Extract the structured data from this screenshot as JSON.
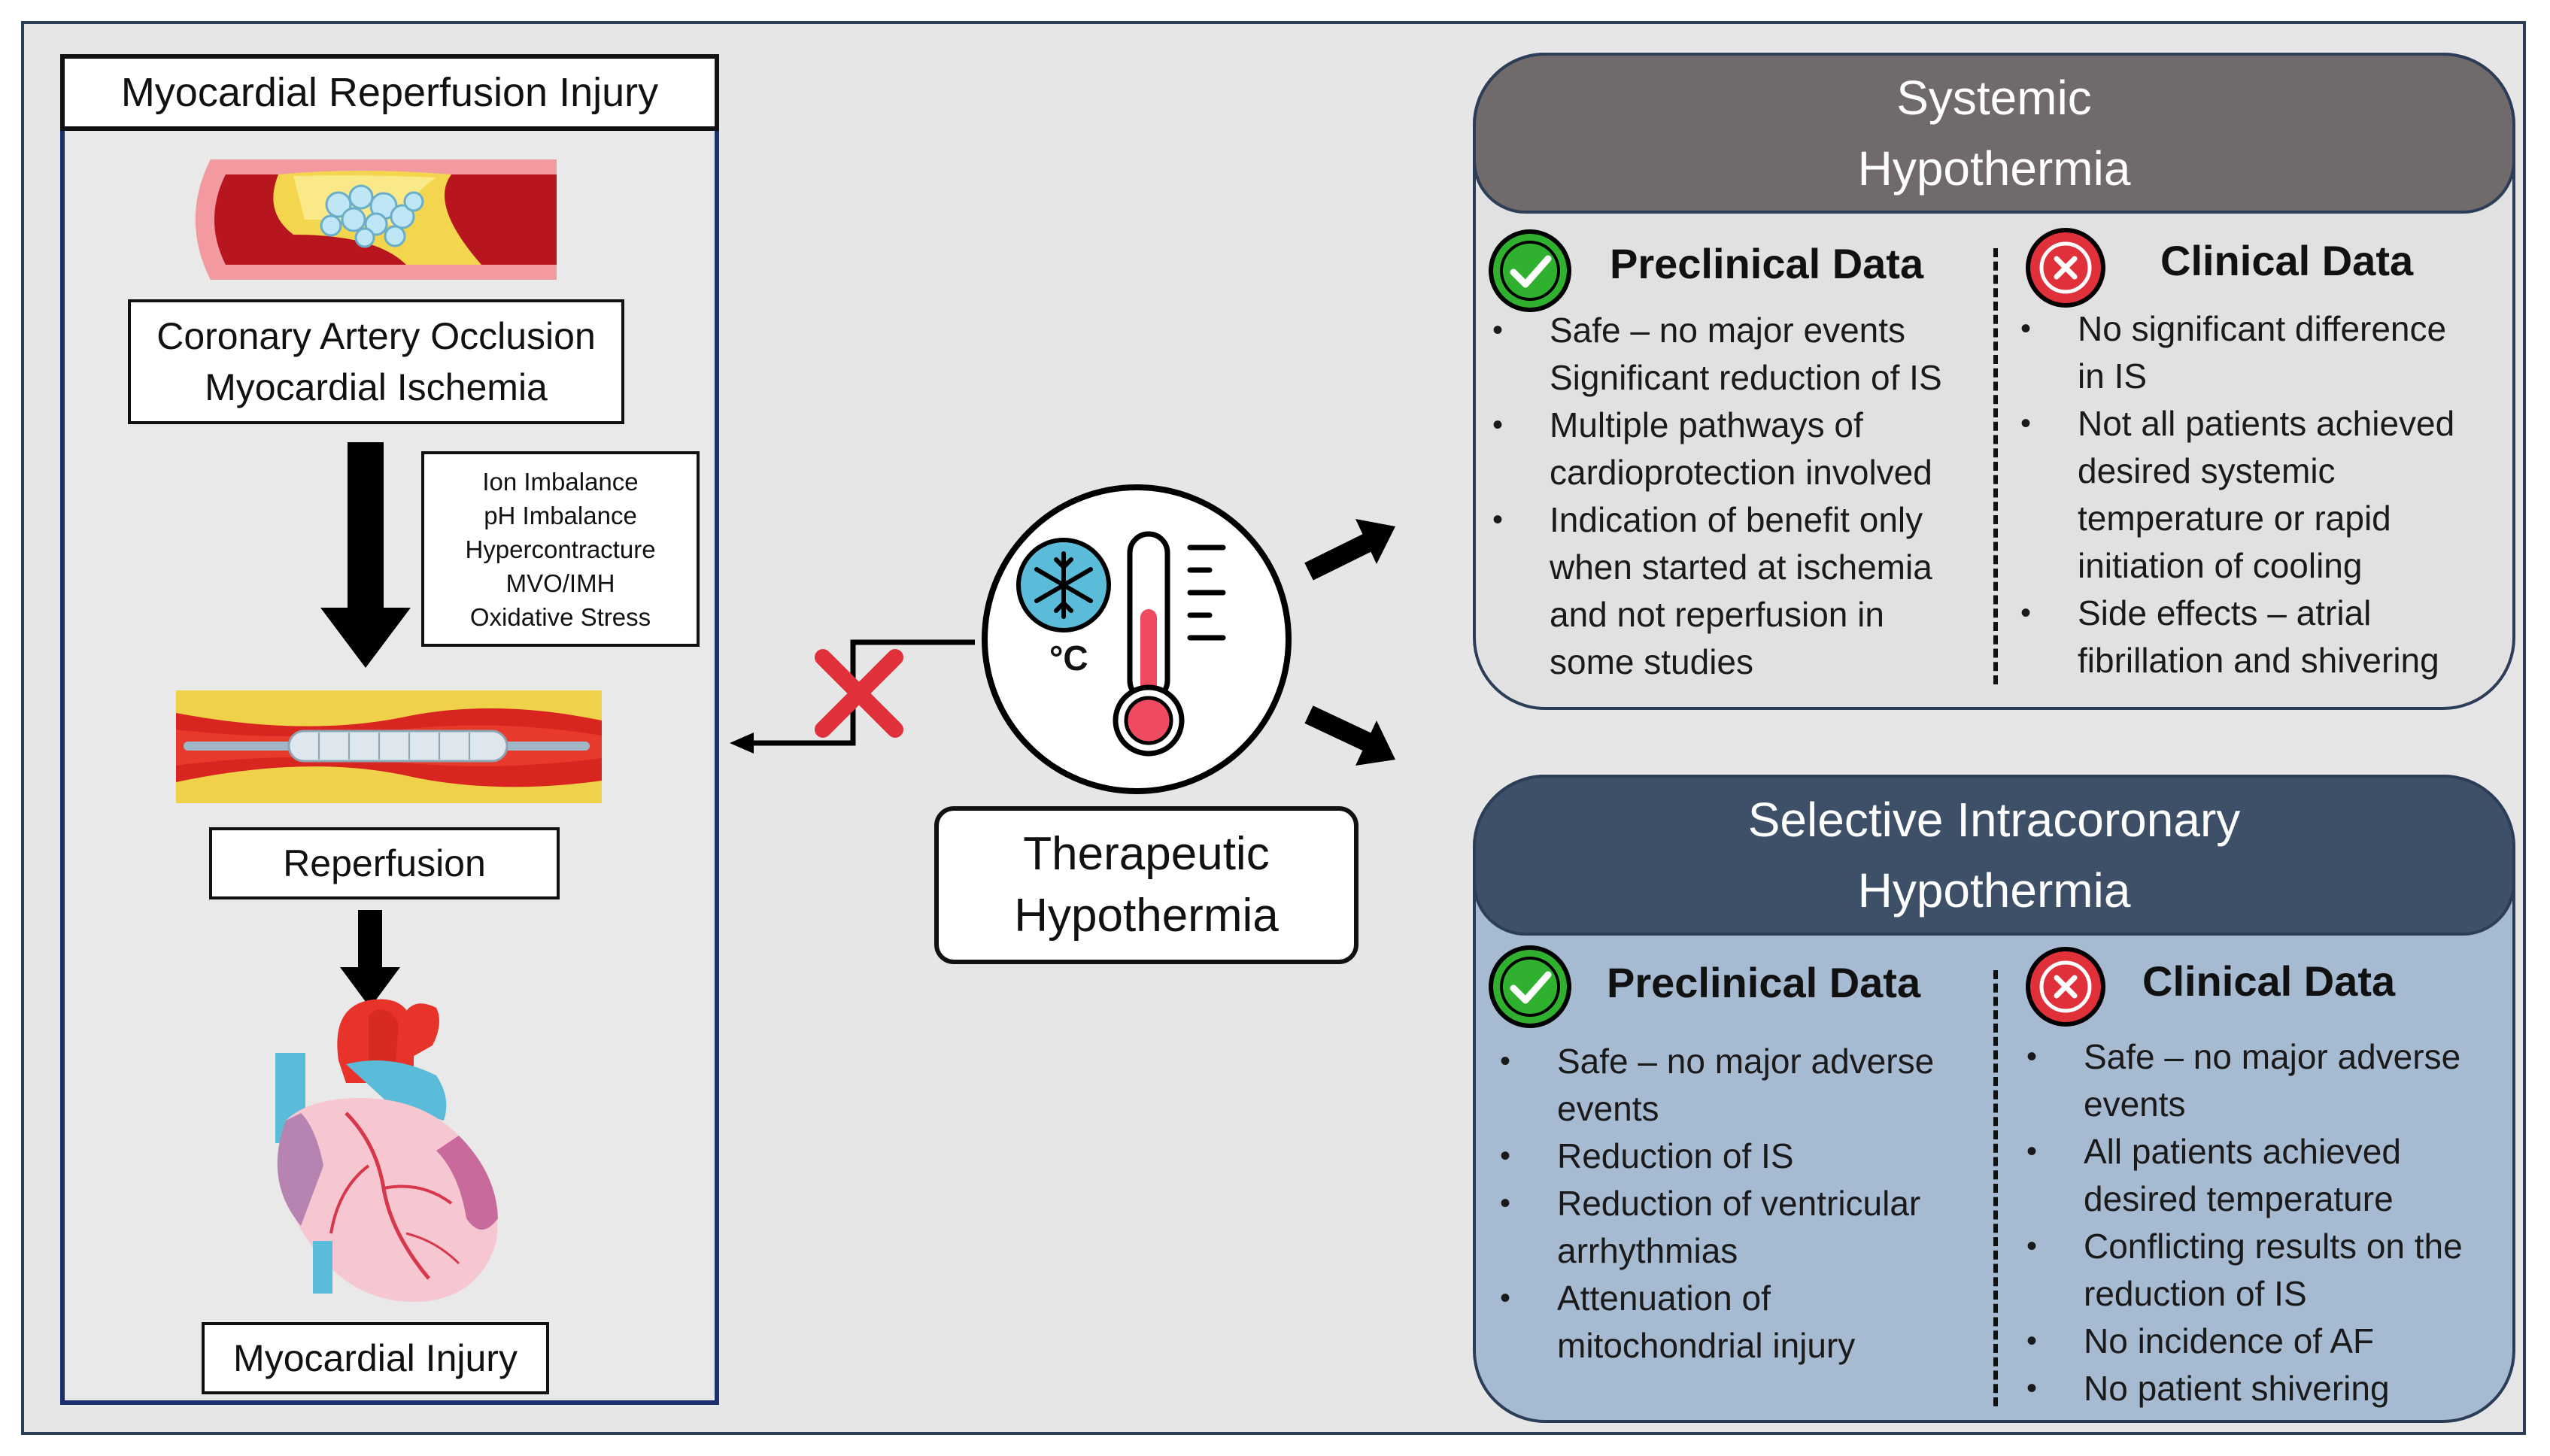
{
  "left_panel": {
    "title": "Myocardial Reperfusion Injury",
    "occlusion_line1": "Coronary Artery Occlusion",
    "occlusion_line2": "Myocardial Ischemia",
    "mechanisms": [
      "Ion Imbalance",
      "pH Imbalance",
      "Hypercontracture",
      "MVO/IMH",
      "Oxidative Stress"
    ],
    "reperfusion": "Reperfusion",
    "injury": "Myocardial Injury"
  },
  "center": {
    "therapy_line1": "Therapeutic",
    "therapy_line2": "Hypothermia",
    "degree_symbol": "°C"
  },
  "systemic": {
    "title_line1": "Systemic",
    "title_line2": "Hypothermia",
    "preclinical_title": "Preclinical Data",
    "clinical_title": "Clinical Data",
    "preclinical": [
      [
        "Safe – no major events",
        "Significant reduction of IS"
      ],
      [
        "Multiple pathways of",
        "cardioprotection involved"
      ],
      [
        "Indication of benefit only",
        "when started at ischemia",
        "and not reperfusion in",
        "some studies"
      ]
    ],
    "clinical": [
      [
        "No significant difference",
        "in IS"
      ],
      [
        "Not all patients achieved",
        "desired systemic",
        "temperature or rapid",
        "initiation of cooling"
      ],
      [
        "Side effects – atrial",
        "fibrillation and shivering"
      ]
    ]
  },
  "selective": {
    "title_line1": "Selective Intracoronary",
    "title_line2": "Hypothermia",
    "preclinical_title": "Preclinical Data",
    "clinical_title": "Clinical Data",
    "preclinical": [
      [
        "Safe – no major adverse",
        "events"
      ],
      [
        "Reduction of IS"
      ],
      [
        "Reduction of ventricular",
        "arrhythmias"
      ],
      [
        "Attenuation of",
        "mitochondrial injury"
      ]
    ],
    "clinical": [
      [
        "Safe – no major adverse",
        "events"
      ],
      [
        "All patients achieved",
        "desired temperature"
      ],
      [
        "Conflicting results on the",
        "reduction of IS"
      ],
      [
        "No incidence of AF"
      ],
      [
        "No patient shivering"
      ]
    ]
  },
  "colors": {
    "frame": "#2c3e57",
    "systemic_header": "#706b6a",
    "selective_header": "#3d5068",
    "selective_body": "#a6bad1",
    "check_green": "#2fb12f",
    "cross_red": "#e0303a"
  },
  "icons": [
    "check-circle-icon",
    "cross-circle-icon",
    "thermometer-icon",
    "snowflake-icon",
    "artery-occlusion-illustration",
    "stent-illustration",
    "heart-illustration",
    "blocked-x-icon"
  ]
}
